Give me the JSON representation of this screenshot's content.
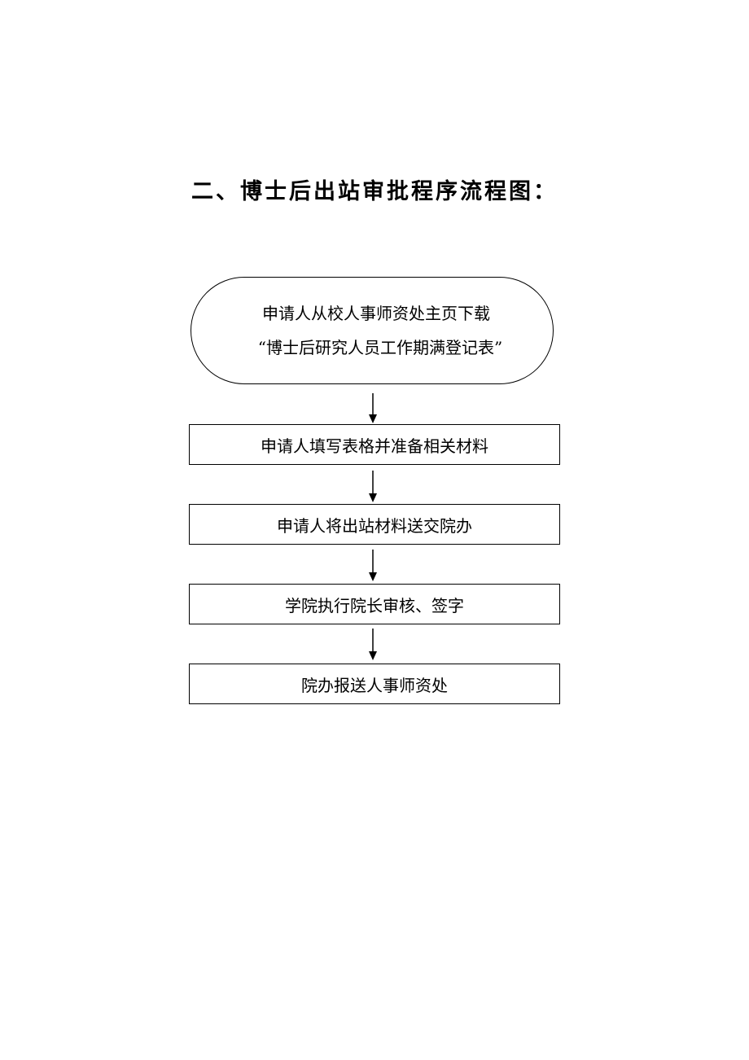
{
  "title": "二、博士后出站审批程序流程图：",
  "flowchart": {
    "start": {
      "line1": "申请人从校人事师资处主页下载",
      "line2": "“博士后研究人员工作期满登记表”"
    },
    "steps": [
      "申请人填写表格并准备相关材料",
      "申请人将出站材料送交院办",
      "学院执行院长审核、签字",
      "院办报送人事师资处"
    ]
  }
}
